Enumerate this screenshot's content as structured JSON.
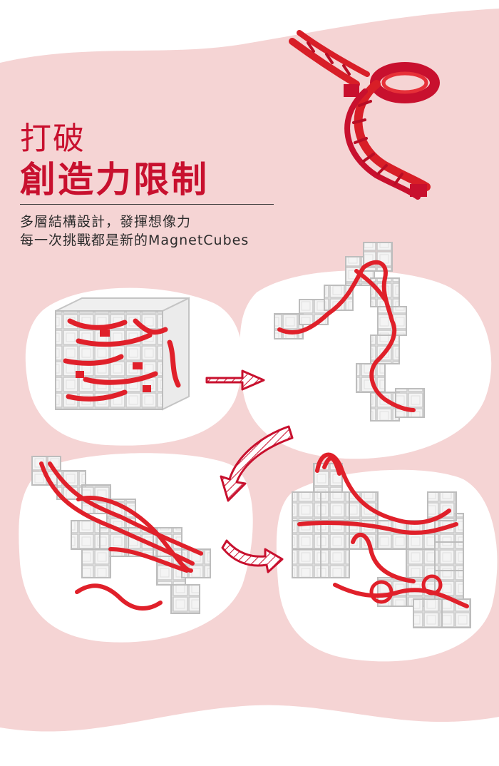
{
  "heading": {
    "line1": "打破",
    "line2": "創造力限制"
  },
  "description": {
    "line1": "多層結構設計，發揮想像力",
    "line2": "每一次挑戰都是新的MagnetCubes"
  },
  "colors": {
    "accent_red": "#c8102e",
    "track_red": "#e0202a",
    "background_pink": "#f5d4d4",
    "blob_white": "#ffffff",
    "text_dark": "#2b2b2b"
  },
  "icons": [
    "curved-track-piece-icon",
    "magnet-cube-structure-icon",
    "flow-arrow-icon"
  ]
}
